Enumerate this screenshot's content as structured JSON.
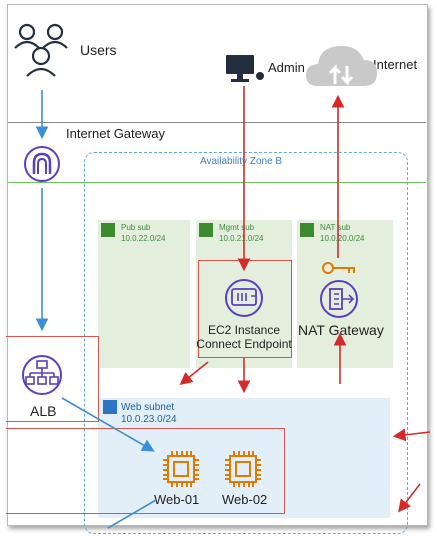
{
  "users": "Users",
  "admin": "Admin",
  "internet": "Internet",
  "internet_gateway": "Internet Gateway",
  "availability_zone": "Availability Zone B",
  "subnets": {
    "pub": {
      "name": "Pub sub",
      "cidr": "10.0.22.0/24"
    },
    "mgmt": {
      "name": "Mgmt sub",
      "cidr": "10.0.21.0/24"
    },
    "nat": {
      "name": "NAT sub",
      "cidr": "10.0.20.0/24"
    },
    "web": {
      "name": "Web subnet",
      "cidr": "10.0.23.0/24"
    }
  },
  "ec2_endpoint": {
    "line1": "EC2 Instance",
    "line2": "Connect Endpoint"
  },
  "nat_gateway": "NAT Gateway",
  "alb": "ALB",
  "web01": "Web-01",
  "web02": "Web-02",
  "colors": {
    "purple": "#5a3fc0",
    "orange": "#e07b00",
    "blue_arrow": "#3a8fd8",
    "red_arrow": "#d62a2a",
    "subnet_green": "#e3efdc",
    "web_blue": "#e3eff8"
  }
}
